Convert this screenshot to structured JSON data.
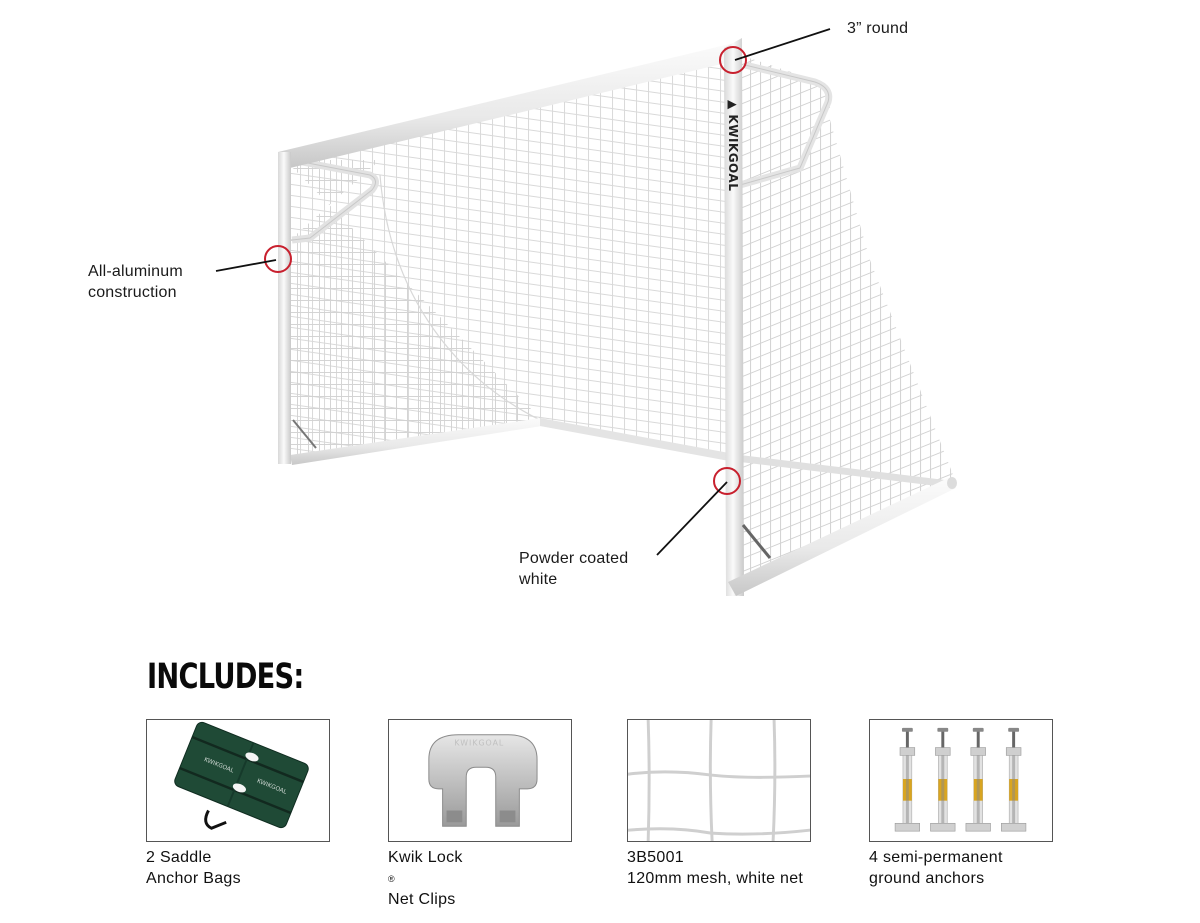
{
  "product_image": {
    "subject": "soccer-goal",
    "brand_mark": "KWIKGOAL",
    "highlight_color": "#c8202e",
    "frame_color": "#f2f2f2",
    "net_color": "#d9d9d9"
  },
  "callouts": [
    {
      "id": "top",
      "lines": [
        "3” round"
      ]
    },
    {
      "id": "left",
      "lines": [
        "All-aluminum",
        "construction"
      ]
    },
    {
      "id": "bottom",
      "lines": [
        "Powder coated",
        "white"
      ]
    }
  ],
  "includes": {
    "title": "INCLUDES:",
    "items": [
      {
        "image": "saddle-anchor-bags",
        "lines": [
          "2 Saddle",
          "Anchor Bags"
        ],
        "color": "#1f4a36"
      },
      {
        "image": "net-clip",
        "name": "Kwik Lock",
        "reg": "®",
        "suffix": "Net Clips",
        "lines": [
          "Kwik Lock® Net Clips"
        ]
      },
      {
        "image": "net-mesh",
        "lines": [
          "3B5001",
          "120mm mesh, white net"
        ]
      },
      {
        "image": "ground-anchors",
        "lines": [
          "4 semi-permanent",
          "ground anchors"
        ],
        "count": 4,
        "label_color": "#d9a520"
      }
    ]
  }
}
